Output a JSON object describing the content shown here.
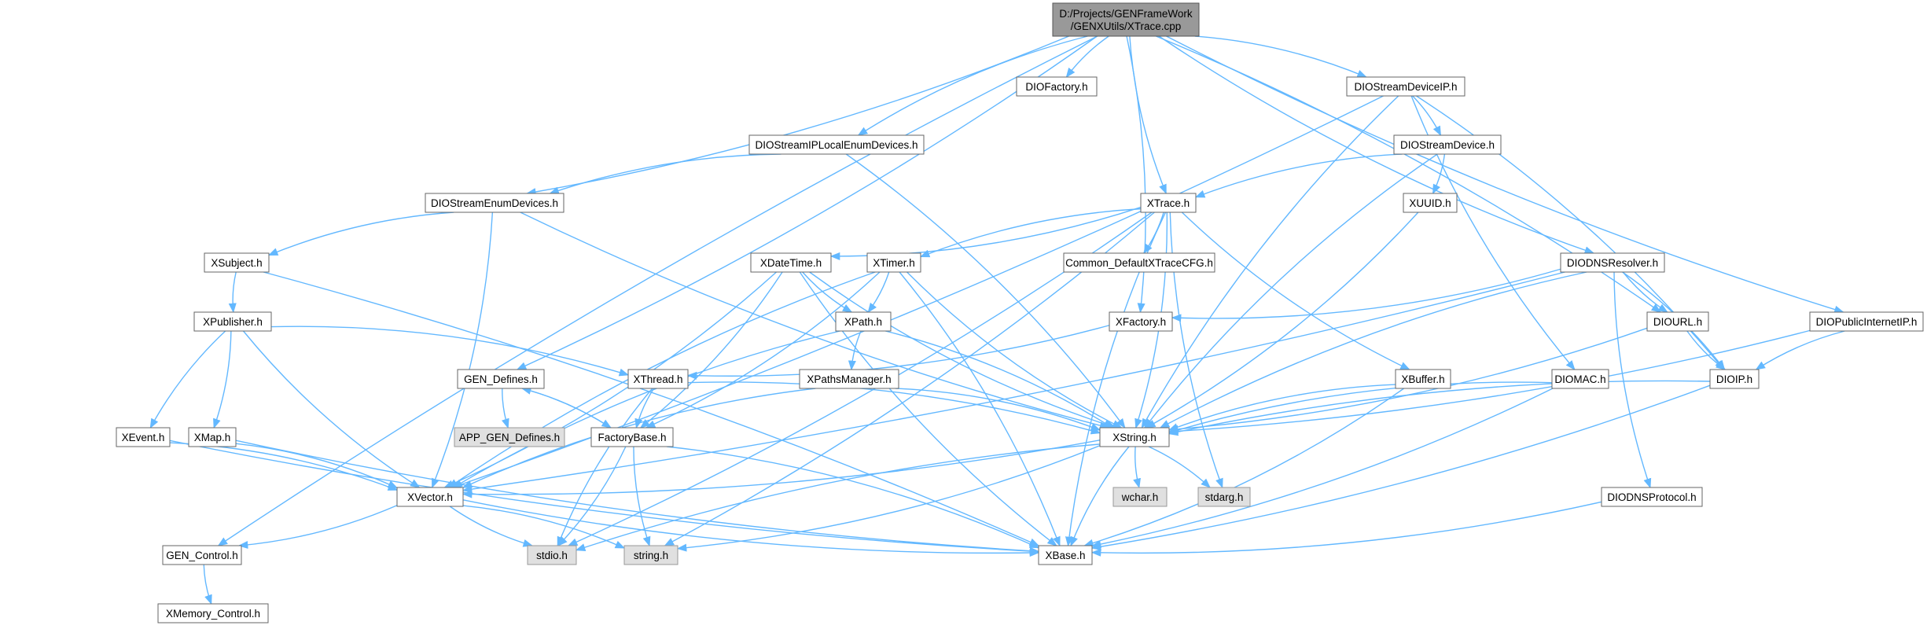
{
  "colors": {
    "edge": "#63b8ff",
    "node_fill": "#ffffff",
    "node_border": "#666666",
    "root_fill": "#999999",
    "root_border": "#555555",
    "system_fill": "#e0e0e0",
    "system_border": "#999999"
  },
  "nodes": [
    {
      "id": "root",
      "lines": [
        "D:/Projects/GENFrameWork",
        "/GENXUtils/XTrace.cpp"
      ],
      "kind": "root"
    },
    {
      "id": "dio_factory",
      "lines": [
        "DIOFactory.h"
      ],
      "kind": "normal"
    },
    {
      "id": "dio_stream_device_ip",
      "lines": [
        "DIOStreamDeviceIP.h"
      ],
      "kind": "normal"
    },
    {
      "id": "dio_stream_ip_local_enum",
      "lines": [
        "DIOStreamIPLocalEnumDevices.h"
      ],
      "kind": "normal"
    },
    {
      "id": "dio_stream_device",
      "lines": [
        "DIOStreamDevice.h"
      ],
      "kind": "normal"
    },
    {
      "id": "dio_stream_enum",
      "lines": [
        "DIOStreamEnumDevices.h"
      ],
      "kind": "normal"
    },
    {
      "id": "xtrace",
      "lines": [
        "XTrace.h"
      ],
      "kind": "normal"
    },
    {
      "id": "xuuid",
      "lines": [
        "XUUID.h"
      ],
      "kind": "normal"
    },
    {
      "id": "xsubject",
      "lines": [
        "XSubject.h"
      ],
      "kind": "normal"
    },
    {
      "id": "xdatetime",
      "lines": [
        "XDateTime.h"
      ],
      "kind": "normal"
    },
    {
      "id": "xtimer",
      "lines": [
        "XTimer.h"
      ],
      "kind": "normal"
    },
    {
      "id": "common_cfg",
      "lines": [
        "Common_DefaultXTraceCFG.h"
      ],
      "kind": "normal"
    },
    {
      "id": "dio_dns_resolver",
      "lines": [
        "DIODNSResolver.h"
      ],
      "kind": "normal"
    },
    {
      "id": "xpublisher",
      "lines": [
        "XPublisher.h"
      ],
      "kind": "normal"
    },
    {
      "id": "xpath",
      "lines": [
        "XPath.h"
      ],
      "kind": "normal"
    },
    {
      "id": "xfactory",
      "lines": [
        "XFactory.h"
      ],
      "kind": "normal"
    },
    {
      "id": "dio_url",
      "lines": [
        "DIOURL.h"
      ],
      "kind": "normal"
    },
    {
      "id": "dio_public_internet_ip",
      "lines": [
        "DIOPublicInternetIP.h"
      ],
      "kind": "normal"
    },
    {
      "id": "gen_defines",
      "lines": [
        "GEN_Defines.h"
      ],
      "kind": "normal"
    },
    {
      "id": "xthread",
      "lines": [
        "XThread.h"
      ],
      "kind": "normal"
    },
    {
      "id": "xpaths_manager",
      "lines": [
        "XPathsManager.h"
      ],
      "kind": "normal"
    },
    {
      "id": "xbuffer",
      "lines": [
        "XBuffer.h"
      ],
      "kind": "normal"
    },
    {
      "id": "dio_mac",
      "lines": [
        "DIOMAC.h"
      ],
      "kind": "normal"
    },
    {
      "id": "dio_ip",
      "lines": [
        "DIOIP.h"
      ],
      "kind": "normal"
    },
    {
      "id": "app_gen_defines",
      "lines": [
        "APP_GEN_Defines.h"
      ],
      "kind": "system"
    },
    {
      "id": "xevent",
      "lines": [
        "XEvent.h"
      ],
      "kind": "normal"
    },
    {
      "id": "xmap",
      "lines": [
        "XMap.h"
      ],
      "kind": "normal"
    },
    {
      "id": "factory_base",
      "lines": [
        "FactoryBase.h"
      ],
      "kind": "normal"
    },
    {
      "id": "xstring",
      "lines": [
        "XString.h"
      ],
      "kind": "normal"
    },
    {
      "id": "xvector",
      "lines": [
        "XVector.h"
      ],
      "kind": "normal"
    },
    {
      "id": "wchar",
      "lines": [
        "wchar.h"
      ],
      "kind": "system"
    },
    {
      "id": "stdarg",
      "lines": [
        "stdarg.h"
      ],
      "kind": "system"
    },
    {
      "id": "dio_dns_protocol",
      "lines": [
        "DIODNSProtocol.h"
      ],
      "kind": "normal"
    },
    {
      "id": "gen_control",
      "lines": [
        "GEN_Control.h"
      ],
      "kind": "normal"
    },
    {
      "id": "stdio",
      "lines": [
        "stdio.h"
      ],
      "kind": "system"
    },
    {
      "id": "string_h",
      "lines": [
        "string.h"
      ],
      "kind": "system"
    },
    {
      "id": "xbase",
      "lines": [
        "XBase.h"
      ],
      "kind": "normal"
    },
    {
      "id": "xmemory_control",
      "lines": [
        "XMemory_Control.h"
      ],
      "kind": "normal"
    }
  ],
  "edges": [
    [
      "root",
      "dio_factory"
    ],
    [
      "root",
      "dio_stream_device_ip"
    ],
    [
      "root",
      "dio_stream_ip_local_enum"
    ],
    [
      "root",
      "dio_stream_enum"
    ],
    [
      "root",
      "xtrace"
    ],
    [
      "root",
      "xfactory"
    ],
    [
      "root",
      "dio_dns_resolver"
    ],
    [
      "root",
      "dio_url"
    ],
    [
      "root",
      "dio_public_internet_ip"
    ],
    [
      "root",
      "gen_defines"
    ],
    [
      "root",
      "gen_control"
    ],
    [
      "dio_stream_device_ip",
      "dio_stream_device"
    ],
    [
      "dio_stream_device_ip",
      "xstring"
    ],
    [
      "dio_stream_device_ip",
      "xvector"
    ],
    [
      "dio_stream_device_ip",
      "dio_mac"
    ],
    [
      "dio_stream_device_ip",
      "dio_ip"
    ],
    [
      "dio_stream_ip_local_enum",
      "dio_stream_enum"
    ],
    [
      "dio_stream_ip_local_enum",
      "xstring"
    ],
    [
      "dio_stream_device",
      "xtrace"
    ],
    [
      "dio_stream_device",
      "xuuid"
    ],
    [
      "dio_stream_device",
      "xstring"
    ],
    [
      "xuuid",
      "xstring"
    ],
    [
      "dio_stream_enum",
      "xsubject"
    ],
    [
      "dio_stream_enum",
      "xvector"
    ],
    [
      "dio_stream_enum",
      "xstring"
    ],
    [
      "xtrace",
      "xdatetime"
    ],
    [
      "xtrace",
      "xtimer"
    ],
    [
      "xtrace",
      "common_cfg"
    ],
    [
      "xtrace",
      "xbuffer"
    ],
    [
      "xtrace",
      "xstring"
    ],
    [
      "xtrace",
      "stdarg"
    ],
    [
      "xtrace",
      "stdio"
    ],
    [
      "xtrace",
      "xbase"
    ],
    [
      "xtrace",
      "string_h"
    ],
    [
      "xsubject",
      "xpublisher"
    ],
    [
      "xsubject",
      "xbase"
    ],
    [
      "xpublisher",
      "xevent"
    ],
    [
      "xpublisher",
      "xmap"
    ],
    [
      "xpublisher",
      "xvector"
    ],
    [
      "xpublisher",
      "xthread"
    ],
    [
      "xdatetime",
      "xpath"
    ],
    [
      "xdatetime",
      "factory_base"
    ],
    [
      "xdatetime",
      "xstring"
    ],
    [
      "xdatetime",
      "xvector"
    ],
    [
      "xdatetime",
      "xbase"
    ],
    [
      "xtimer",
      "xpath"
    ],
    [
      "xtimer",
      "xstring"
    ],
    [
      "xtimer",
      "factory_base"
    ],
    [
      "xtimer",
      "xvector"
    ],
    [
      "xtimer",
      "xbase"
    ],
    [
      "xpath",
      "xpaths_manager"
    ],
    [
      "xpath",
      "xstring"
    ],
    [
      "xpath",
      "xvector"
    ],
    [
      "xpaths_manager",
      "xstring"
    ],
    [
      "xpaths_manager",
      "xvector"
    ],
    [
      "dio_dns_resolver",
      "xfactory"
    ],
    [
      "dio_dns_resolver",
      "dio_url"
    ],
    [
      "dio_dns_resolver",
      "dio_ip"
    ],
    [
      "dio_dns_resolver",
      "dio_dns_protocol"
    ],
    [
      "dio_dns_resolver",
      "xvector"
    ],
    [
      "dio_dns_resolver",
      "xstring"
    ],
    [
      "xfactory",
      "xthread"
    ],
    [
      "dio_url",
      "dio_ip"
    ],
    [
      "dio_url",
      "xstring"
    ],
    [
      "dio_public_internet_ip",
      "dio_ip"
    ],
    [
      "dio_public_internet_ip",
      "xstring"
    ],
    [
      "dio_ip",
      "xstring"
    ],
    [
      "dio_ip",
      "xbase"
    ],
    [
      "dio_mac",
      "xstring"
    ],
    [
      "dio_mac",
      "xbase"
    ],
    [
      "xbuffer",
      "xstring"
    ],
    [
      "xbuffer",
      "xbase"
    ],
    [
      "gen_defines",
      "app_gen_defines"
    ],
    [
      "gen_defines",
      "factory_base"
    ],
    [
      "factory_base",
      "gen_defines"
    ],
    [
      "factory_base",
      "stdio"
    ],
    [
      "factory_base",
      "string_h"
    ],
    [
      "factory_base",
      "xbase"
    ],
    [
      "xthread",
      "factory_base"
    ],
    [
      "xthread",
      "xstring"
    ],
    [
      "xthread",
      "stdio"
    ],
    [
      "xevent",
      "xvector"
    ],
    [
      "xevent",
      "xbase"
    ],
    [
      "xmap",
      "xvector"
    ],
    [
      "xmap",
      "xbase"
    ],
    [
      "xstring",
      "xvector"
    ],
    [
      "xstring",
      "wchar"
    ],
    [
      "xstring",
      "stdarg"
    ],
    [
      "xstring",
      "stdio"
    ],
    [
      "xstring",
      "string_h"
    ],
    [
      "xstring",
      "xbase"
    ],
    [
      "xvector",
      "gen_control"
    ],
    [
      "xvector",
      "stdio"
    ],
    [
      "xvector",
      "string_h"
    ],
    [
      "xvector",
      "xbase"
    ],
    [
      "dio_dns_protocol",
      "xbase"
    ],
    [
      "gen_control",
      "xmemory_control"
    ]
  ]
}
